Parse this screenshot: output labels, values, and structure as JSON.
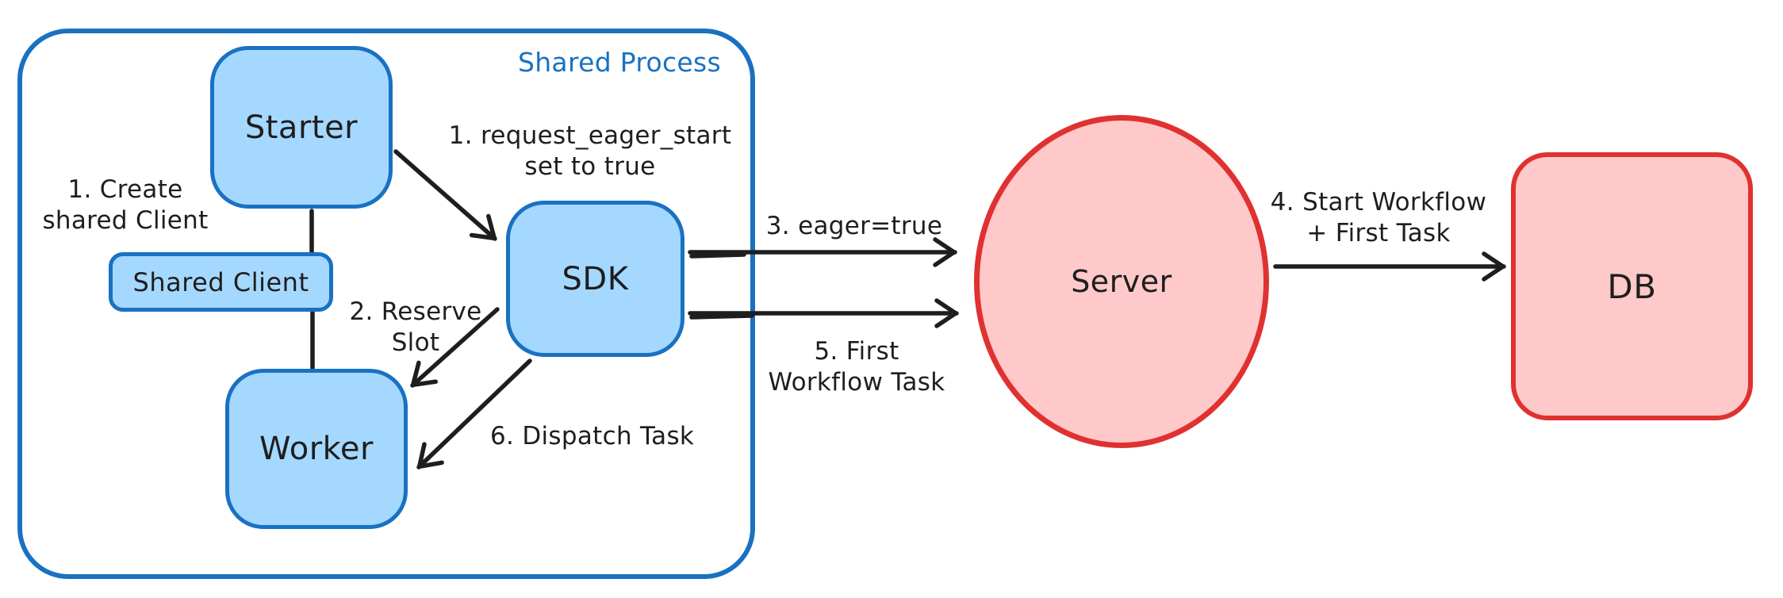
{
  "colors": {
    "blue_stroke": "#1971c2",
    "blue_fill": "#a5d8ff",
    "red_stroke": "#e03131",
    "red_fill": "#ffc9c9",
    "ink": "#1e1e1e",
    "canvas_bg": "#ffffff"
  },
  "container": {
    "label": "Shared Process"
  },
  "nodes": {
    "starter": {
      "label": "Starter"
    },
    "shared_client": {
      "label": "Shared Client"
    },
    "worker": {
      "label": "Worker"
    },
    "sdk": {
      "label": "SDK"
    },
    "server": {
      "label": "Server"
    },
    "db": {
      "label": "DB"
    }
  },
  "annotations": {
    "create_shared_client": "1. Create\nshared Client",
    "request_eager_start": "1. request_eager_start\nset to true",
    "reserve_slot": "2. Reserve\nSlot",
    "eager_true": "3. eager=true",
    "start_workflow": "4. Start Workflow\n+ First Task",
    "first_workflow_task": "5. First\nWorkflow Task",
    "dispatch_task": "6. Dispatch Task"
  }
}
